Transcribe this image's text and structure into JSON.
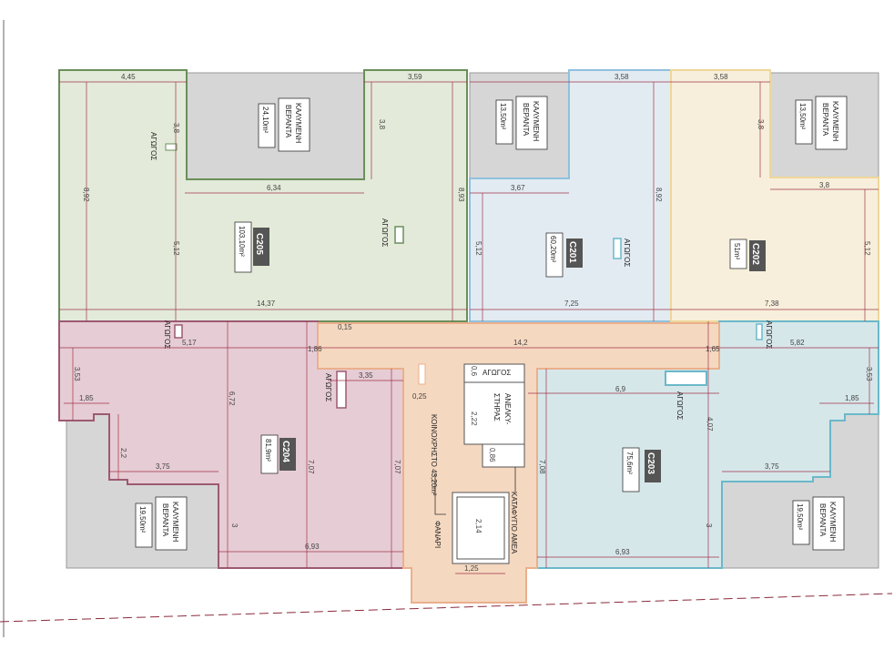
{
  "units": {
    "c205": {
      "code": "C205",
      "area": "103,10m²",
      "color": "#e3ead9",
      "stroke": "#6a8f5a"
    },
    "c201": {
      "code": "C201",
      "area": "60,20m²",
      "color": "#e3ebf2",
      "stroke": "#8fc1de"
    },
    "c202": {
      "code": "C202",
      "area": "51m²",
      "color": "#f7efdb",
      "stroke": "#efd69a"
    },
    "c204": {
      "code": "C204",
      "area": "81,9m²",
      "color": "#e6ccd5",
      "stroke": "#9c5a72"
    },
    "c203": {
      "code": "C203",
      "area": "75,6m²",
      "color": "#d6e7ea",
      "stroke": "#6bb8c9"
    },
    "common": {
      "label": "ΚΟΙΝΟΧΡΗΣΤΟ 43,20m²",
      "color": "#f5d8c0",
      "stroke": "#eab08c"
    }
  },
  "verandas": [
    {
      "id": "v-top-left",
      "label1": "ΚΑΛΥΜΕΝΗ",
      "label2": "ΒΕΡΑΝΤΑ",
      "area": "24,10m²"
    },
    {
      "id": "v-top-mid",
      "label1": "ΚΑΛΥΜΕΝΗ",
      "label2": "ΒΕΡΑΝΤΑ",
      "area": "13,50m²"
    },
    {
      "id": "v-top-right",
      "label1": "ΚΑΛΥΜΕΝΗ",
      "label2": "ΒΕΡΑΝΤΑ",
      "area": "13,50m²"
    },
    {
      "id": "v-bot-left",
      "label1": "ΚΑΛΥΜΕΝΗ",
      "label2": "ΒΕΡΑΝΤΑ",
      "area": "19,50m²"
    },
    {
      "id": "v-bot-right",
      "label1": "ΚΑΛΥΜΕΝΗ",
      "label2": "ΒΕΡΑΝΤΑ",
      "area": "19,50m²"
    }
  ],
  "labels": {
    "agogos": "ΑΓΩΓΟΣ",
    "elevator1": "ΑΝΕΛΚΥ-",
    "elevator2": "ΣΤΗΡΑΣ",
    "stairs": "ΚΑΤΑΦΥΓΙΟ ΑΜΕΑ",
    "fanari": "ΦΑΝΑΡΙ"
  },
  "dimensions": {
    "d_445": "4,45",
    "d_359": "3,59",
    "d_358a": "3,58",
    "d_358b": "3,58",
    "d_38a": "3,8",
    "d_38b": "3,8",
    "d_38c": "3,8",
    "d_38d": "3,8",
    "d_634": "6,34",
    "d_367": "3,67",
    "d_892a": "8,92",
    "d_893": "8,93",
    "d_892b": "8,92",
    "d_512a": "5,12",
    "d_512b": "5,12",
    "d_512c": "5,12",
    "d_1437": "14,37",
    "d_725": "7,25",
    "d_738": "7,38",
    "d_517": "5,17",
    "d_186": "1,86",
    "d_142": "14,2",
    "d_165": "1,65",
    "d_582": "5,82",
    "d_353a": "3,53",
    "d_353b": "3,53",
    "d_185a": "1,85",
    "d_185b": "1,85",
    "d_672": "6,72",
    "d_335": "3,35",
    "d_025": "0,25",
    "d_06": "0,6",
    "d_222": "2,22",
    "d_69": "6,9",
    "d_407": "4,07",
    "d_086": "0,86",
    "d_22": "2,2",
    "d_375a": "3,75",
    "d_375b": "3,75",
    "d_707a": "7,07",
    "d_707b": "7,07",
    "d_708": "7,08",
    "d_693a": "6,93",
    "d_693b": "6,93",
    "d_214": "2,14",
    "d_125": "1,25",
    "d_3a": "3",
    "d_3b": "3",
    "d_15": "0,15"
  }
}
